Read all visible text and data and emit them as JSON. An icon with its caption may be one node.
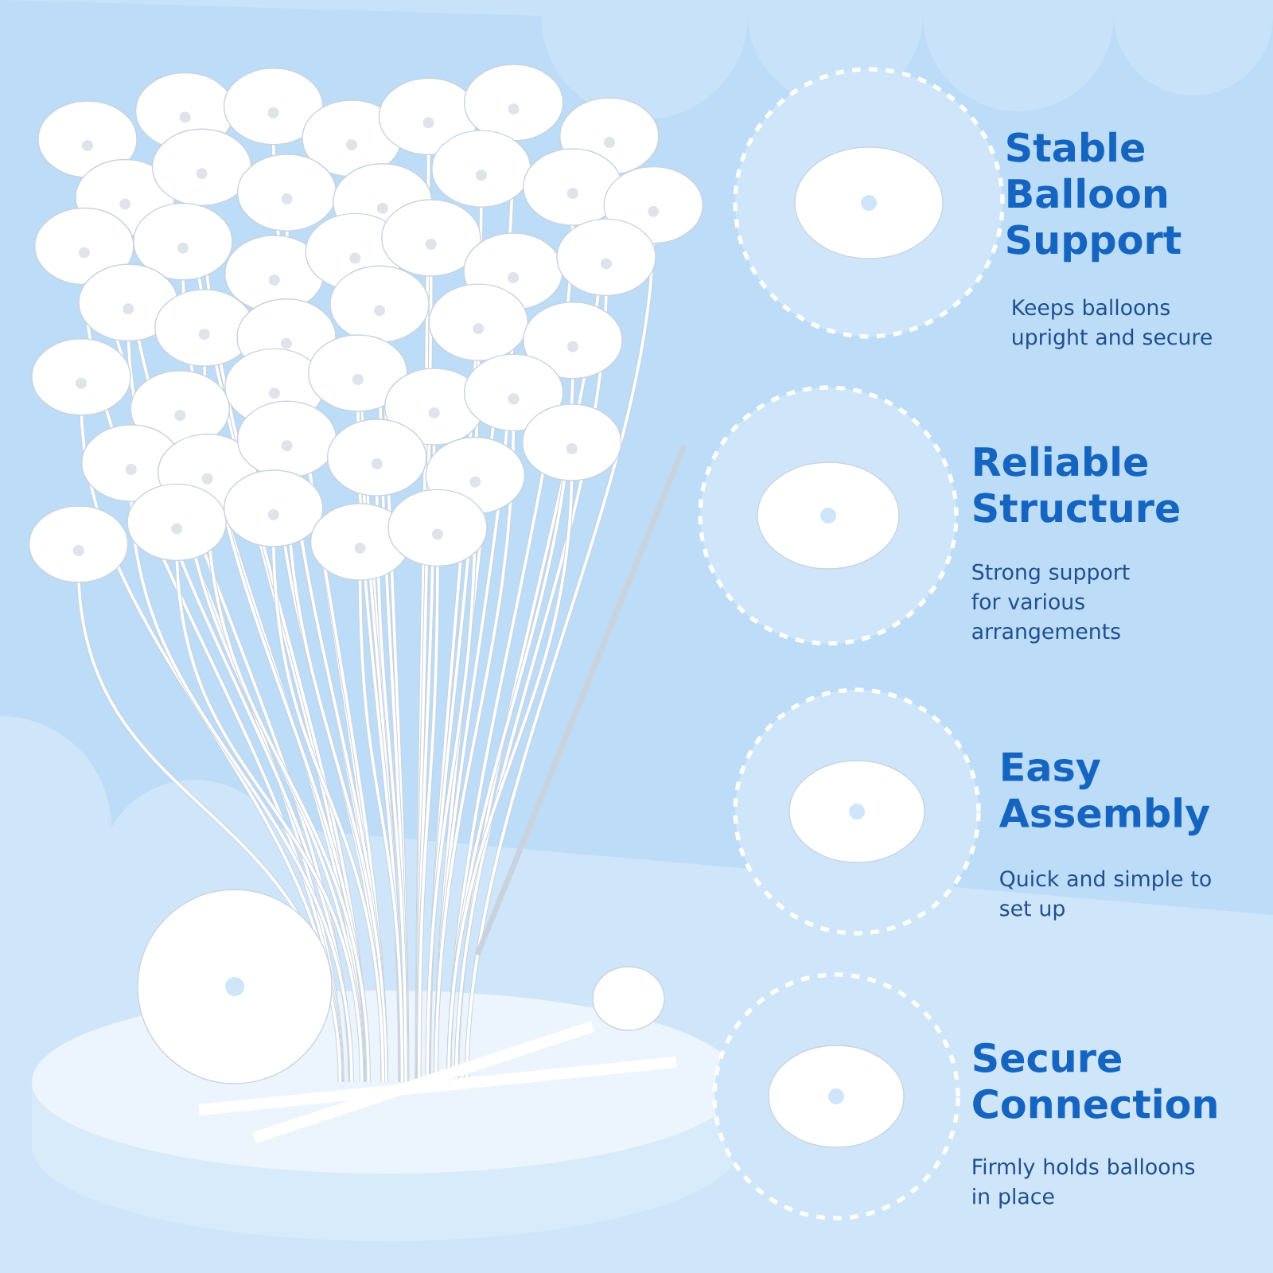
{
  "diagram": {
    "nodes": [
      {
        "text": [],
        "shape": "picture",
        "beside": [
          "Stable Balloon Support",
          "Keeps balloons upright and secure"
        ]
      },
      {
        "text": [],
        "shape": "picture",
        "beside": [
          "Reliable Structure",
          "Strong support for various arrangements"
        ]
      },
      {
        "text": [],
        "shape": "picture",
        "beside": [
          "Easy Assembly",
          "Quick and simple to set up"
        ]
      },
      {
        "text": [],
        "shape": "picture",
        "beside": [
          "Secure Connection",
          "Firmly holds balloons in place"
        ]
      }
    ]
  }
}
